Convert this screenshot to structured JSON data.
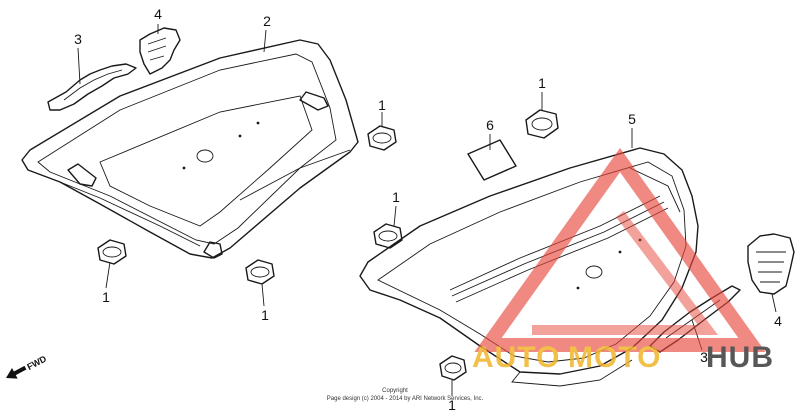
{
  "diagram": {
    "callouts": {
      "c1a": "1",
      "c1b": "1",
      "c1c": "1",
      "c1d": "1",
      "c1e": "1",
      "c1f": "1",
      "c2": "2",
      "c3a": "3",
      "c3b": "3",
      "c4a": "4",
      "c4b": "4",
      "c5": "5",
      "c6": "6"
    },
    "fwd_label": "FWD",
    "copyright_line1": "Copyright",
    "copyright_line2": "Page design (c) 2004 - 2014 by ARI Network Services, Inc."
  },
  "watermark": {
    "text_auto": "AUTO",
    "text_moto": "MOTO",
    "text_hub": "HUB",
    "color_gold": "#f0b429",
    "color_red": "#e8473a",
    "color_dark": "#3a3a3a"
  }
}
